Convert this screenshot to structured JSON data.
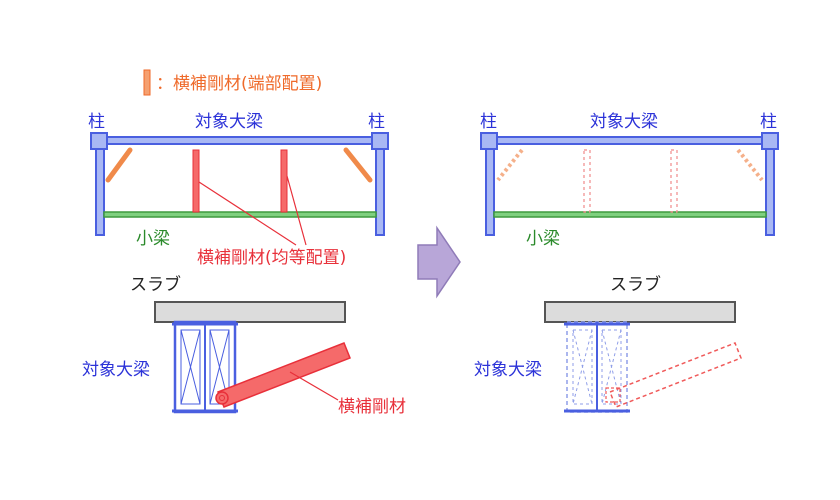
{
  "legend": {
    "text": "：横補剛材(端部配置)",
    "marker_color": "#ef8a50"
  },
  "left_panel": {
    "column_left": "柱",
    "column_right": "柱",
    "girder": "対象大梁",
    "beam": "小梁",
    "uniform_bracing": "横補剛材(均等配置)",
    "slab": "スラブ",
    "section_girder": "対象大梁",
    "section_brace": "横補剛材"
  },
  "right_panel": {
    "column_left": "柱",
    "column_right": "柱",
    "girder": "対象大梁",
    "beam": "小梁",
    "slab": "スラブ",
    "section_girder": "対象大梁"
  },
  "colors": {
    "frame_blue": "#4a5fe0",
    "frame_fill": "#a9b8f4",
    "beam_green": "#3f9a3f",
    "brace_red": "#f05a5a",
    "brace_orange": "#f08a4a",
    "arrow_fill": "#b8a6d8",
    "arrow_stroke": "#8f7bb8",
    "slab_fill": "#dcdcdc",
    "slab_stroke": "#555555"
  }
}
